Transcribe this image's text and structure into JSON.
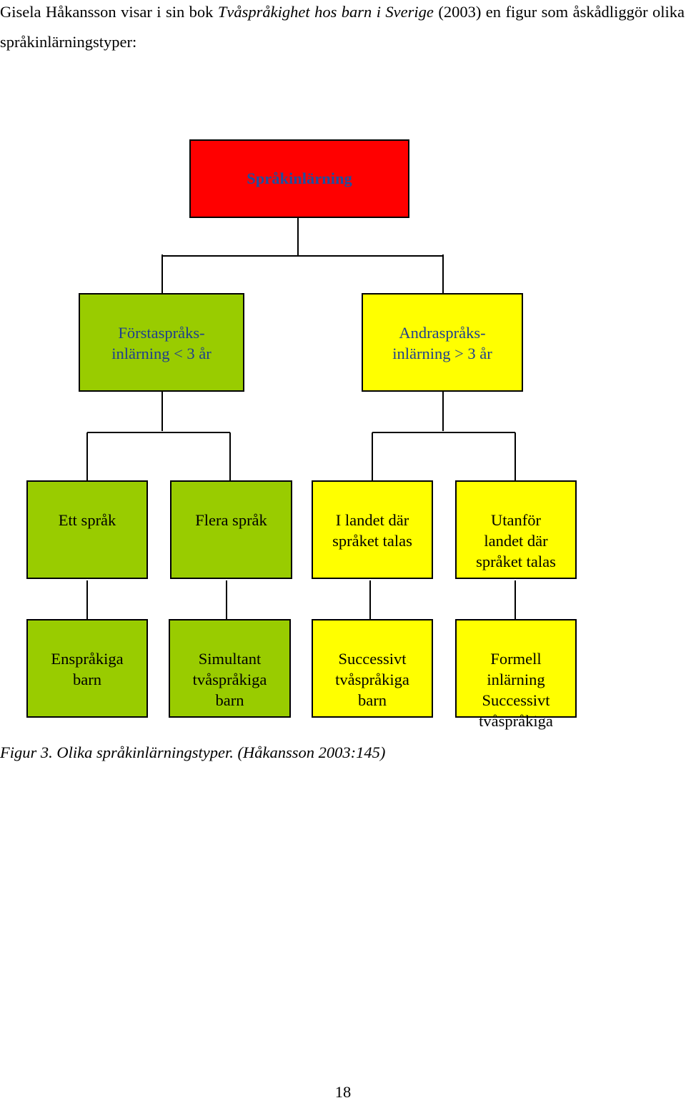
{
  "intro": {
    "part1": "Gisela Håkansson visar i sin bok ",
    "book_title": "Tvåspråkighet hos barn i Sverige",
    "part2": " (2003) en figur som åskådliggör olika språkinlärningstyper:"
  },
  "diagram": {
    "root": {
      "label": "Språkinlärning",
      "color": "#ff0000"
    },
    "level1": [
      {
        "label": "Förstaspråks-\ninlärning < 3 år",
        "color": "#99cc00"
      },
      {
        "label": "Andraspråks-\ninlärning > 3 år",
        "color": "#ffff00"
      }
    ],
    "level2": [
      {
        "label": "Ett språk",
        "color": "#99cc00"
      },
      {
        "label": "Flera språk",
        "color": "#99cc00"
      },
      {
        "label": "I landet där\nspråket talas",
        "color": "#ffff00"
      },
      {
        "label": "Utanför\nlandet där\nspråket talas",
        "color": "#ffff00"
      }
    ],
    "level3": [
      {
        "label": "Enspråkiga\nbarn",
        "color": "#99cc00"
      },
      {
        "label": "Simultant\ntvåspråkiga\nbarn",
        "color": "#99cc00"
      },
      {
        "label": "Successivt\ntvåspråkiga\nbarn",
        "color": "#ffff00"
      },
      {
        "label": "Formell\ninlärning\nSuccessivt\ntvåspråkiga",
        "color": "#ffff00"
      }
    ]
  },
  "caption": "Figur 3. Olika språkinlärningstyper. (Håkansson 2003:145)",
  "page_number": "18"
}
